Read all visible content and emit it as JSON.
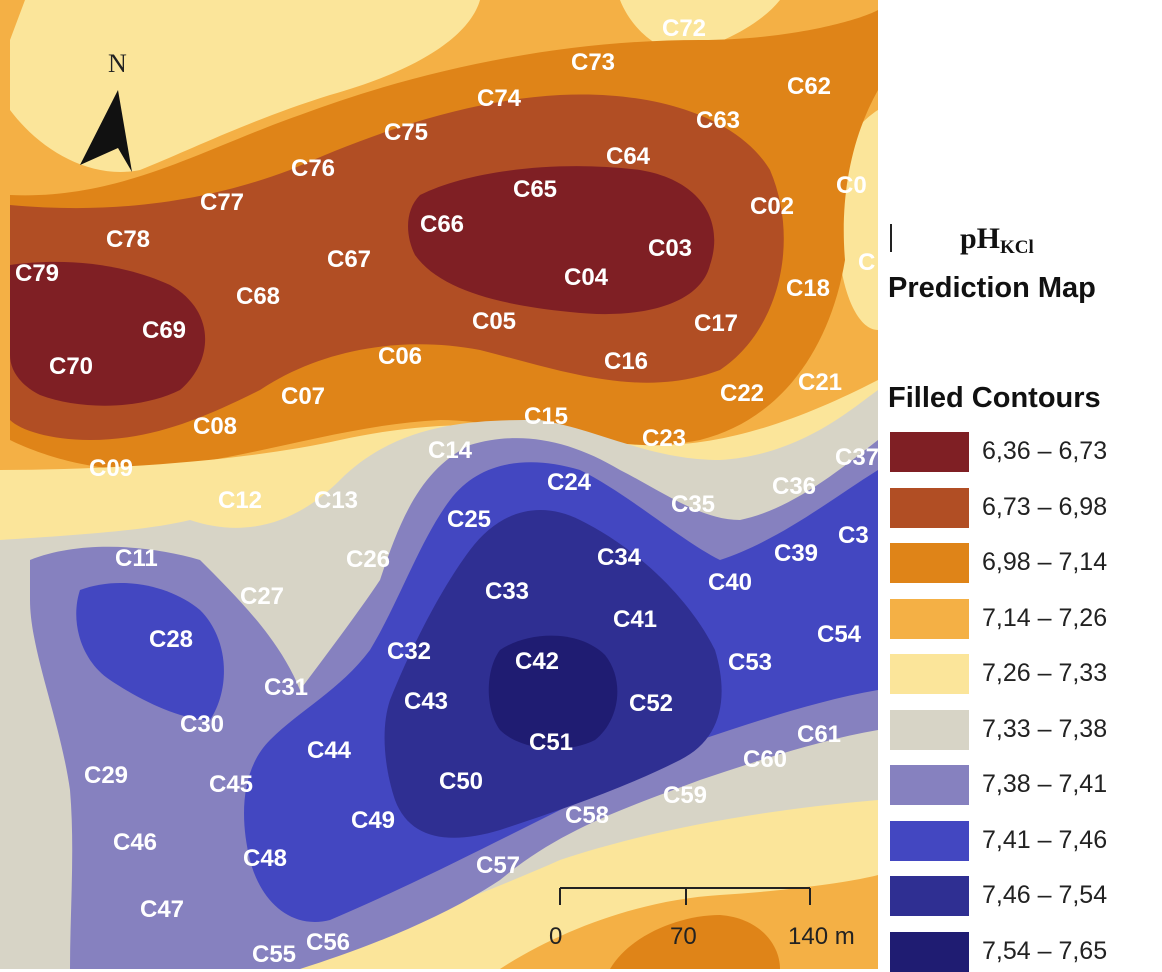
{
  "legend": {
    "title_main": "pH",
    "title_sub": "KCl",
    "subtitle": "Prediction Map",
    "heading": "Filled Contours",
    "classes": [
      {
        "label": "6,36 – 6,73",
        "color": "#7f1f24"
      },
      {
        "label": "6,73 – 6,98",
        "color": "#b14e24"
      },
      {
        "label": "6,98 – 7,14",
        "color": "#df8418"
      },
      {
        "label": "7,14 – 7,26",
        "color": "#f4b045"
      },
      {
        "label": "7,26 – 7,33",
        "color": "#fbe59a"
      },
      {
        "label": "7,33 – 7,38",
        "color": "#d7d4c6"
      },
      {
        "label": "7,38 – 7,41",
        "color": "#8681bf"
      },
      {
        "label": "7,41 – 7,46",
        "color": "#4347c1"
      },
      {
        "label": "7,46 – 7,54",
        "color": "#2f2f92"
      },
      {
        "label": "7,54 – 7,65",
        "color": "#1f1c72"
      }
    ]
  },
  "north_arrow": {
    "letter": "N"
  },
  "scale_bar": {
    "labels": [
      "0",
      "70",
      "140 m"
    ]
  },
  "sample_points": [
    "C72",
    "C73",
    "C62",
    "C74",
    "C63",
    "C75",
    "C64",
    "C76",
    "C65",
    "C77",
    "C02",
    "C66",
    "C03",
    "C78",
    "C67",
    "C79",
    "C04",
    "C18",
    "C68",
    "C69",
    "C05",
    "C17",
    "C70",
    "C06",
    "C16",
    "C07",
    "C22",
    "C21",
    "C15",
    "C08",
    "C14",
    "C23",
    "C09",
    "C24",
    "C36",
    "C37",
    "C12",
    "C13",
    "C35",
    "C25",
    "C11",
    "C26",
    "C34",
    "C39",
    "C3",
    "C40",
    "C27",
    "C33",
    "C41",
    "C28",
    "C54",
    "C32",
    "C42",
    "C53",
    "C31",
    "C43",
    "C52",
    "C30",
    "C44",
    "C51",
    "C61",
    "C60",
    "C29",
    "C45",
    "C50",
    "C59",
    "C58",
    "C49",
    "C46",
    "C48",
    "C57",
    "C47",
    "C56",
    "C55",
    "C0",
    "C"
  ]
}
